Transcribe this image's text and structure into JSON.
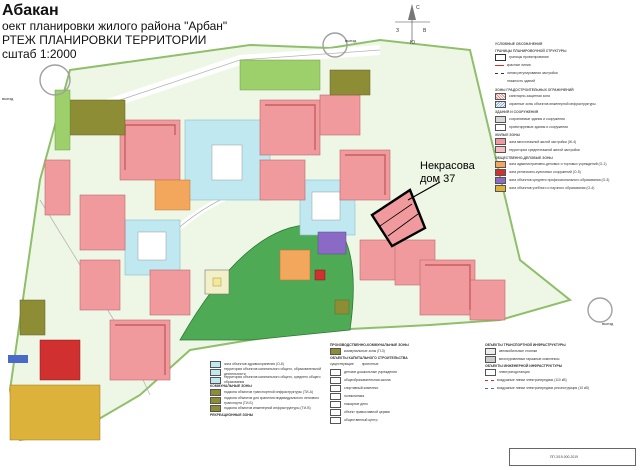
{
  "title": {
    "city": "Абакан",
    "line1": "оект планировки жилого района \"Арбан\"",
    "line2": "РТЕЖ ПЛАНИРОВКИ ТЕРРИТОРИИ",
    "line3": "сштаб 1:2000"
  },
  "callout": {
    "line1": "Некрасова",
    "line2": "дом 37"
  },
  "compass": {
    "n": "С",
    "letters": [
      "З",
      "В",
      "Ю"
    ]
  },
  "colors": {
    "residential": "#f19a9d",
    "residential_dark": "#e07e80",
    "school": "#bfe8f1",
    "park": "#4faa55",
    "green": "#9dcf6a",
    "olive": "#8d8d36",
    "orange": "#f3a75d",
    "red": "#d03030",
    "yellow": "#ddb23a",
    "purple": "#8a6ac4",
    "road": "#ffffff",
    "highlight": "#000000"
  },
  "legend_top": {
    "heading": "УСЛОВНЫЕ ОБОЗНАЧЕНИЯ",
    "sections": [
      {
        "title": "ГРАНИЦЫ ПЛАНИРОВОЧНОЙ СТРУКТУРЫ",
        "items": [
          "границы проектирования",
          "красные линии",
          "линии регулирования застройки",
          "этажность зданий"
        ]
      },
      {
        "title": "ЗОНЫ ГРАДОСТРОИТЕЛЬНЫХ ОГРАНИЧЕНИЙ",
        "items": [
          "санитарно-защитная зона",
          "охранные зоны объектов инженерной инфраструктуры"
        ]
      },
      {
        "title": "ЗДАНИЯ И СООРУЖЕНИЯ",
        "items": [
          "сохраняемые здания и сооружения",
          "проектируемые здания и сооружения"
        ]
      },
      {
        "title": "ЖИЛЫЕ ЗОНЫ",
        "items": [
          "зона многоэтажной жилой застройки (Ж-4)",
          "территория среднеэтажной жилой застройки"
        ]
      },
      {
        "title": "ОБЩЕСТВЕННО-ДЕЛОВЫЕ ЗОНЫ",
        "items": [
          "зона административно-деловых и торговых учреждений (О-1)",
          "зона религиозно-культовых сооружений (О-5)",
          "зона объектов среднего профессионального образования (О-3)",
          "зона объектов учебного и научного образования (О-4)"
        ]
      }
    ]
  },
  "legend_bottom": {
    "zone_industrial": "ПРОИЗВОДСТВЕННО-КОММУНАЛЬНЫЕ ЗОНЫ",
    "zone_industrial_item": "коммунальные зоны (П-3)",
    "zone_capital": "ОБЪЕКТЫ КАПИТАЛЬНОГО СТРОИТЕЛЬСТВА",
    "col_existing": "существующие",
    "col_planned": "проектные",
    "capital_items": [
      "детские дошкольные учреждения",
      "общеобразовательная школа",
      "спортивный комплекс",
      "поликлиника",
      "пожарное депо",
      "объект православной церкви",
      "общественный центр"
    ],
    "transport": "ОБЪЕКТЫ ТРАНСПОРТНОЙ ИНФРАСТРУКТУРЫ",
    "transport_items": [
      "автомобильные стоянки",
      "многоуровневые гаражные комплексы"
    ],
    "engineering": "ОБЪЕКТЫ ИНЖЕНЕРНОЙ ИНФРАСТРУКТУРЫ",
    "engineering_items": [
      "электроподстанция",
      "воздушные линии электропередачи (110 кВ)",
      "воздушные линии электропередачи реконструкция (10 кВ)"
    ],
    "stamp": "ПП-3/19-000-2019"
  },
  "left_legend": {
    "items": [
      "зона объектов здравоохранения (О-6)",
      "территория объектов капитального общего, образовательной деятельности",
      "территория объектов капитального общего, среднего общего образования"
    ],
    "communal": "КОММУНАЛЬНЫЕ ЗОНЫ",
    "communal_items": [
      "подзона объектов транспортной инфраструктуры (ТИ-А)",
      "подзона объектов для хранения индивидуального легкового транспорта (ТИ-Б)",
      "подзона объектов инженерной инфраструктуры (ТИ-В)"
    ],
    "recreation": "РЕКРЕАЦИОННЫЕ ЗОНЫ"
  },
  "road_labels": [
    "выезд",
    "выезд",
    "выезд"
  ]
}
